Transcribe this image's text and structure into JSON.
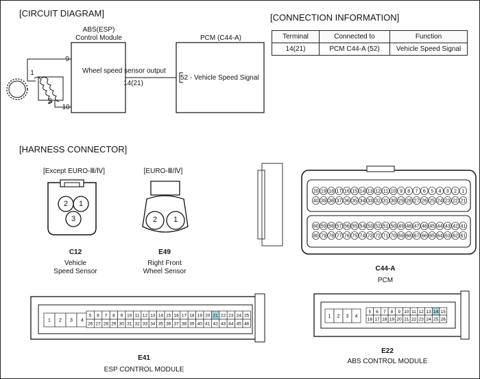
{
  "circuit": {
    "title": "[CIRCUIT DIAGRAM]",
    "abs_module_line1": "ABS(ESP)",
    "abs_module_line2": "Control Module",
    "pcm_module": "PCM (C44-A)",
    "wss_output": "Wheel speed sensor output",
    "pin_9": "9",
    "pin_10": "10",
    "sensor_pin_1": "1",
    "sensor_pin_2": "2",
    "output_pin": "14(21)",
    "pcm_pin": "52 - Vehicle Speed Signal"
  },
  "connection": {
    "title": "[CONNECTION INFORMATION]",
    "headers": [
      "Terminal",
      "Connected to",
      "Function"
    ],
    "rows": [
      [
        "14(21)",
        "PCM C44-A (52)",
        "Vehicle Speed Signal"
      ]
    ]
  },
  "harness": {
    "title": "[HARNESS CONNECTOR]",
    "c12": {
      "note": "[Except EURO-Ⅲ/Ⅳ]",
      "code": "C12",
      "name1": "Vehicle",
      "name2": "Speed Sensor",
      "pins": [
        "1",
        "2",
        "3"
      ]
    },
    "e49": {
      "note": "[EURO-Ⅲ/Ⅳ]",
      "code": "E49",
      "name1": "Right Front",
      "name2": "Wheel Sensor",
      "pins": [
        "1",
        "2"
      ]
    },
    "c44a": {
      "code": "C44-A",
      "name": "PCM",
      "row1": [
        "20",
        "19",
        "18",
        "17",
        "16",
        "15",
        "14",
        "13",
        "12",
        "11",
        "10",
        "9",
        "8",
        "7",
        "6",
        "5",
        "4",
        "3",
        "2",
        "1"
      ],
      "row2": [
        "40",
        "39",
        "38",
        "37",
        "36",
        "35",
        "34",
        "33",
        "32",
        "31",
        "30",
        "29",
        "28",
        "27",
        "26",
        "25",
        "24",
        "23",
        "22",
        "21"
      ],
      "row3": [
        "60",
        "59",
        "58",
        "57",
        "56",
        "55",
        "54",
        "53",
        "52",
        "51",
        "50",
        "49",
        "48",
        "47",
        "46",
        "45",
        "44",
        "43",
        "42",
        "41"
      ],
      "row4": [
        "80",
        "79",
        "78",
        "77",
        "76",
        "75",
        "74",
        "73",
        "72",
        "71",
        "70",
        "69",
        "68",
        "67",
        "66",
        "65",
        "64",
        "63",
        "62",
        "61"
      ]
    },
    "e41": {
      "code": "E41",
      "name": "ESP CONTROL MODULE",
      "left": [
        "1",
        "2",
        "3",
        "4"
      ],
      "top": [
        "5",
        "6",
        "7",
        "8",
        "9",
        "10",
        "11",
        "12",
        "13",
        "14",
        "15",
        "16",
        "17",
        "18",
        "19",
        "20",
        "21",
        "22",
        "23",
        "24",
        "25"
      ],
      "bottom": [
        "26",
        "27",
        "28",
        "29",
        "30",
        "31",
        "32",
        "33",
        "34",
        "35",
        "36",
        "37",
        "38",
        "39",
        "40",
        "41",
        "42",
        "43",
        "44",
        "45",
        "46"
      ],
      "highlight": "21"
    },
    "e22": {
      "code": "E22",
      "name": "ABS CONTROL MODULE",
      "left": [
        "1",
        "2",
        "3",
        "4"
      ],
      "top": [
        "5",
        "6",
        "7",
        "8",
        "9",
        "10",
        "11",
        "12",
        "13",
        "14",
        "15"
      ],
      "bottom": [
        "16",
        "17",
        "18",
        "19",
        "20",
        "21",
        "22",
        "23",
        "24",
        "25",
        "26"
      ],
      "highlight": "14"
    },
    "highlight_color": "#a9d4e0"
  }
}
